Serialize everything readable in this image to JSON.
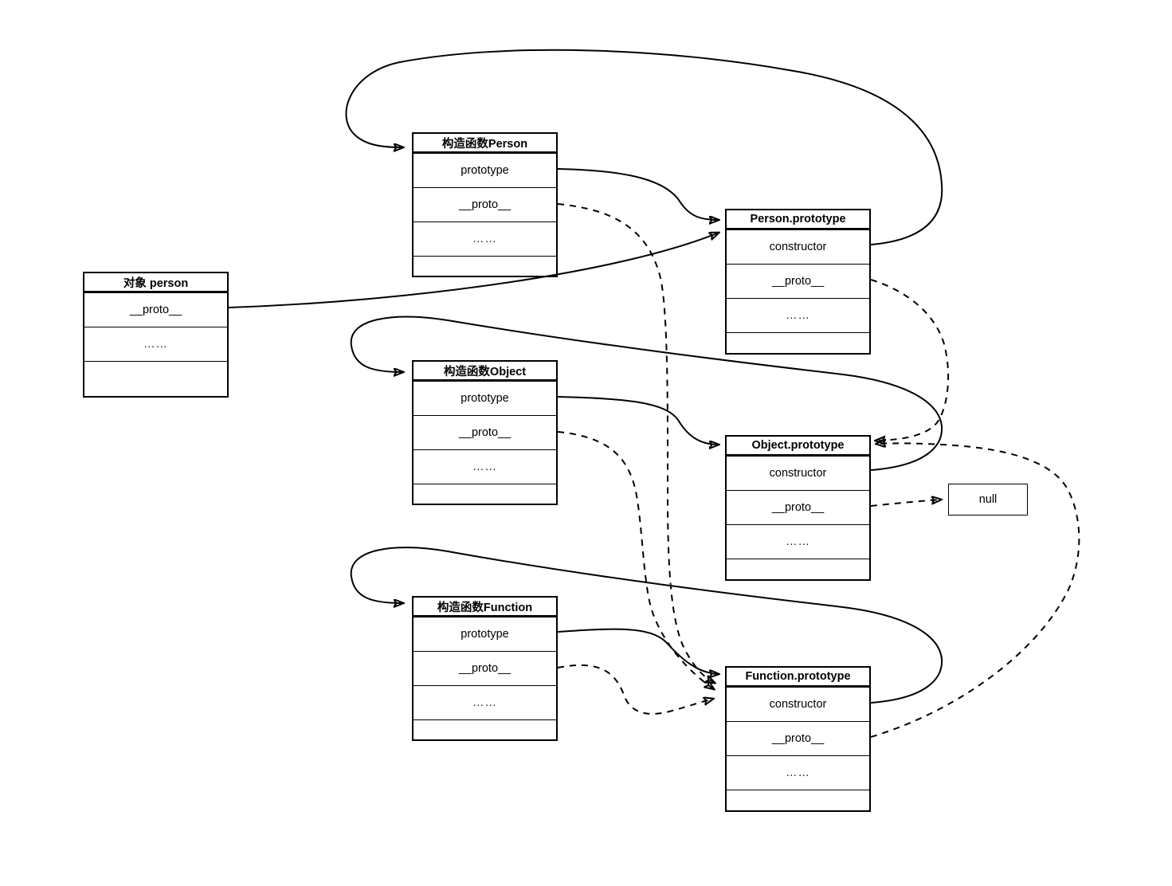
{
  "diagram": {
    "background_color": "#ffffff",
    "line_color": "#000000",
    "boxes": {
      "person_object": {
        "title": "对象 person",
        "rows": [
          "__proto__",
          "……",
          ""
        ]
      },
      "ctor_person": {
        "title": "构造函数Person",
        "rows": [
          "prototype",
          "__proto__",
          "……",
          ""
        ]
      },
      "person_prototype": {
        "title": "Person.prototype",
        "rows": [
          "constructor",
          "__proto__",
          "……",
          ""
        ]
      },
      "ctor_object": {
        "title": "构造函数Object",
        "rows": [
          "prototype",
          "__proto__",
          "……",
          ""
        ]
      },
      "object_prototype": {
        "title": "Object.prototype",
        "rows": [
          "constructor",
          "__proto__",
          "……",
          ""
        ]
      },
      "ctor_function": {
        "title": "构造函数Function",
        "rows": [
          "prototype",
          "__proto__",
          "……",
          ""
        ]
      },
      "function_prototype": {
        "title": "Function.prototype",
        "rows": [
          "constructor",
          "__proto__",
          "……",
          ""
        ]
      },
      "null_box": {
        "title": "null"
      }
    },
    "edges": [
      {
        "id": "A1",
        "from": "对象 person.__proto__",
        "to": "Person.prototype",
        "style": "solid"
      },
      {
        "id": "A2",
        "from": "构造函数Person.prototype",
        "to": "Person.prototype",
        "style": "solid"
      },
      {
        "id": "A3",
        "from": "Person.prototype.constructor",
        "to": "构造函数Person",
        "style": "solid"
      },
      {
        "id": "A4",
        "from": "构造函数Object.prototype",
        "to": "Object.prototype",
        "style": "solid"
      },
      {
        "id": "A5",
        "from": "Object.prototype.constructor",
        "to": "构造函数Object",
        "style": "solid"
      },
      {
        "id": "A6",
        "from": "构造函数Function.prototype",
        "to": "Function.prototype",
        "style": "solid"
      },
      {
        "id": "A7",
        "from": "Function.prototype.constructor",
        "to": "构造函数Function",
        "style": "solid"
      },
      {
        "id": "D1",
        "from": "构造函数Person.__proto__",
        "to": "Function.prototype",
        "style": "dashed"
      },
      {
        "id": "D2",
        "from": "构造函数Object.__proto__",
        "to": "Function.prototype",
        "style": "dashed"
      },
      {
        "id": "D3",
        "from": "构造函数Function.__proto__",
        "to": "Function.prototype",
        "style": "dashed"
      },
      {
        "id": "D4",
        "from": "Person.prototype.__proto__",
        "to": "Object.prototype",
        "style": "dashed"
      },
      {
        "id": "D5",
        "from": "Object.prototype.__proto__",
        "to": "null",
        "style": "dashed"
      },
      {
        "id": "D6",
        "from": "Function.prototype.__proto__",
        "to": "Object.prototype",
        "style": "dashed"
      }
    ]
  }
}
